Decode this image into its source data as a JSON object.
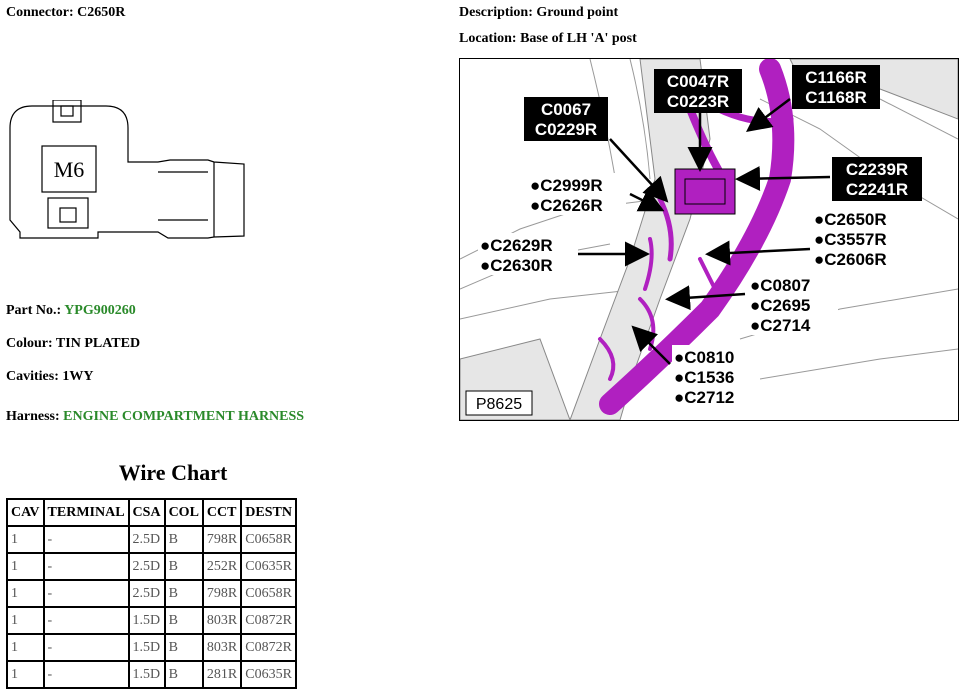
{
  "connector": {
    "label": "Connector:",
    "value": "C2650R"
  },
  "description": {
    "label": "Description:",
    "value": "Ground point"
  },
  "location": {
    "label": "Location:",
    "value": "Base of LH 'A' post"
  },
  "drawing": {
    "stud_label": "M6"
  },
  "part": {
    "part_no": {
      "label": "Part No.:",
      "value": "YPG900260"
    },
    "colour": {
      "label": "Colour:",
      "value": "TIN PLATED"
    },
    "cavities": {
      "label": "Cavities:",
      "value": "1WY"
    },
    "harness": {
      "label": "Harness:",
      "value": "ENGINE COMPARTMENT HARNESS"
    }
  },
  "wire_chart": {
    "title": "Wire Chart",
    "headers": [
      "CAV",
      "TERMINAL",
      "CSA",
      "COL",
      "CCT",
      "DESTN"
    ],
    "rows": [
      [
        "1",
        "-",
        "2.5D",
        "B",
        "798R",
        "C0658R"
      ],
      [
        "1",
        "-",
        "2.5D",
        "B",
        "252R",
        "C0635R"
      ],
      [
        "1",
        "-",
        "2.5D",
        "B",
        "798R",
        "C0658R"
      ],
      [
        "1",
        "-",
        "1.5D",
        "B",
        "803R",
        "C0872R"
      ],
      [
        "1",
        "-",
        "1.5D",
        "B",
        "803R",
        "C0872R"
      ],
      [
        "1",
        "-",
        "1.5D",
        "B",
        "281R",
        "C0635R"
      ]
    ]
  },
  "figure": {
    "code": "P8625",
    "boxed_callouts": [
      {
        "line1": "C0067",
        "line2": "C0229R"
      },
      {
        "line1": "C0047R",
        "line2": "C0223R"
      },
      {
        "line1": "C1166R",
        "line2": "C1168R"
      },
      {
        "line1": "C2239R",
        "line2": "C2241R"
      }
    ],
    "dot_callouts": [
      [
        "C2999R",
        "C2626R"
      ],
      [
        "C2629R",
        "C2630R"
      ],
      [
        "C2650R",
        "C3557R",
        "C2606R"
      ],
      [
        "C0807",
        "C2695",
        "C2714"
      ],
      [
        "C0810",
        "C1536",
        "C2712"
      ]
    ],
    "harness_color": "#b020c0"
  }
}
